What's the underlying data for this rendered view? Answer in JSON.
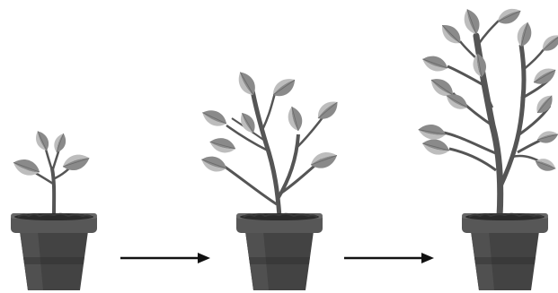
{
  "illustration": {
    "stages": [
      {
        "id": "seedling",
        "icon": "seedling-in-pot-icon"
      },
      {
        "id": "young-plant",
        "icon": "young-plant-in-pot-icon"
      },
      {
        "id": "mature-tree",
        "icon": "tree-in-pot-icon"
      }
    ],
    "arrows": [
      {
        "id": "arrow-1",
        "icon": "arrow-right-icon"
      },
      {
        "id": "arrow-2",
        "icon": "arrow-right-icon"
      }
    ],
    "colors": {
      "background": "#ffffff",
      "pot_body": "#454545",
      "pot_rim": "#575757",
      "soil": "#2e2e2e",
      "stem": "#555555",
      "leaf_light": "#b5b5b5",
      "leaf_dark": "#8c8c8c",
      "arrow": "#111111"
    }
  }
}
